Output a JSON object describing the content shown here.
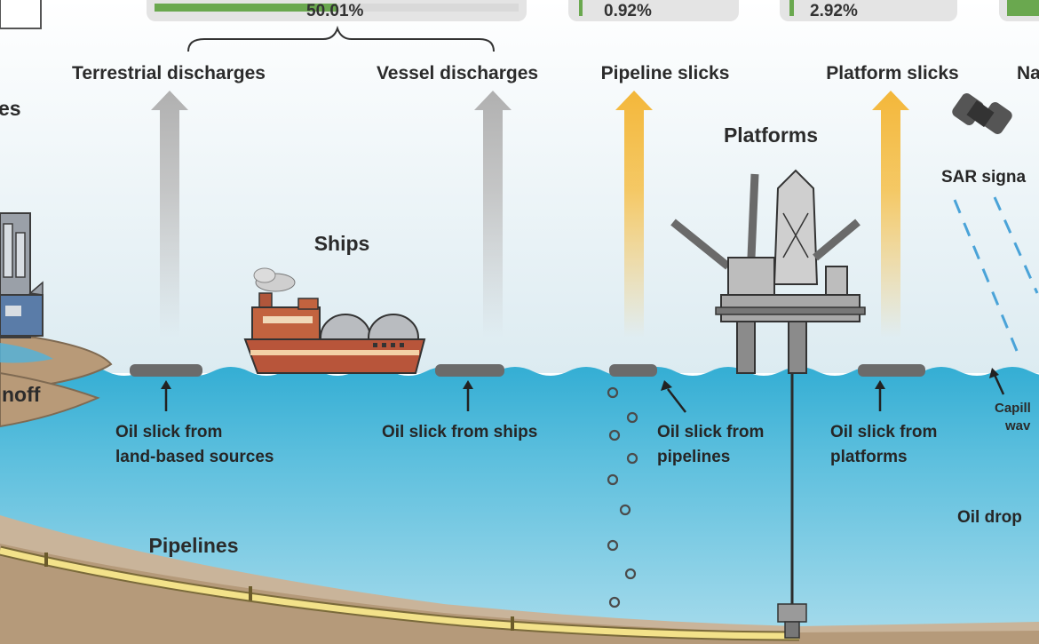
{
  "colors": {
    "sky": "#e6f0f4",
    "sea_surface": "#3fb3d6",
    "sea_deep": "#8fd0e6",
    "seabed": "#c9b49a",
    "bar_fill": "#6aa84f",
    "grey_arrow": "#bdbdbd",
    "yellow_arrow": "#f6c04a",
    "slick": "#6b6b6b",
    "pipeline": "#f3e28a"
  },
  "percent_bars": [
    {
      "label": "50.01%",
      "fraction": 0.5001
    },
    {
      "label": "0.92%",
      "fraction": 0.0092
    },
    {
      "label": "2.92%",
      "fraction": 0.0292
    },
    {
      "label": "",
      "fraction": null
    }
  ],
  "sources": [
    {
      "label": "Terrestrial discharges",
      "arrow": "grey"
    },
    {
      "label": "Vessel discharges",
      "arrow": "grey"
    },
    {
      "label": "Pipeline slicks",
      "arrow": "yellow"
    },
    {
      "label": "Platform slicks",
      "arrow": "yellow"
    },
    {
      "label": "Na",
      "arrow": "none"
    }
  ],
  "objects": {
    "factories_label": "es",
    "runoff_label": "noff",
    "ships": "Ships",
    "platforms": "Platforms",
    "pipelines": "Pipelines",
    "sar_signal": "SAR signa",
    "capillary_line1": "Capill",
    "capillary_line2": "wav",
    "oil_droplets": "Oil drop"
  },
  "slicks": [
    {
      "line1": "Oil slick from",
      "line2": "land-based sources"
    },
    {
      "line1": "Oil slick from ships",
      "line2": ""
    },
    {
      "line1": "Oil slick from",
      "line2": "pipelines"
    },
    {
      "line1": "Oil slick from",
      "line2": "platforms"
    }
  ],
  "icons": [
    "satellite-icon",
    "ship-icon",
    "oil-platform-icon",
    "factory-icon"
  ]
}
